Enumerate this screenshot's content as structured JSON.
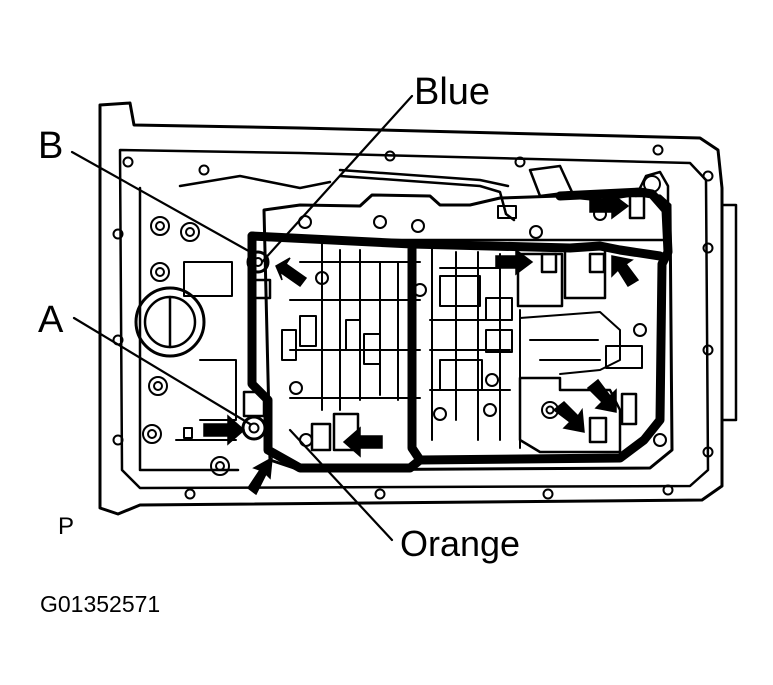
{
  "callouts": {
    "blue": "Blue",
    "orange": "Orange",
    "b": "B",
    "a": "A",
    "p": "P"
  },
  "figure_code": "G01352571",
  "colors": {
    "ink": "#000000",
    "paper": "#ffffff"
  }
}
